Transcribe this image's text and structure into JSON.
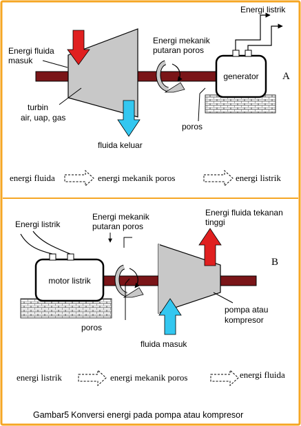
{
  "part_a": {
    "panel_letter": "A",
    "energi_listrik": "Energi listrik",
    "energi_fluida_masuk_1": "Energi fluida",
    "energi_fluida_masuk_2": "masuk",
    "energi_mekanik_1": "Energi mekanik",
    "energi_mekanik_2": "putaran poros",
    "generator": "generator",
    "turbin_1": "turbin",
    "turbin_2": "air, uap, gas",
    "poros": "poros",
    "fluida_keluar": "fluida keluar",
    "flow": [
      "energi fluida",
      "energi mekanik poros",
      "energi listrik"
    ]
  },
  "part_b": {
    "panel_letter": "B",
    "energi_listrik": "Energi listrik",
    "energi_mekanik_1": "Energi mekanik",
    "energi_mekanik_2": "putaran poros",
    "energi_fluida_1": "Energi fluida tekanan",
    "energi_fluida_2": "tinggi",
    "motor": "motor listrik",
    "poros": "poros",
    "pompa_1": "pompa atau",
    "pompa_2": "kompresor",
    "fluida_masuk": "fluida masuk",
    "flow": [
      "energi listrik",
      "energi mekanik poros",
      "energi fluida"
    ]
  },
  "caption": {
    "label": "Gambar",
    "number": "5",
    "text": "Konversi energi pada pompa atau kompresor"
  },
  "colors": {
    "frame": "#f5a623",
    "shaft": "#7a1518",
    "machine_fill": "#c8c8c8",
    "red_arrow": "#e02020",
    "blue_arrow": "#33c7f0"
  }
}
